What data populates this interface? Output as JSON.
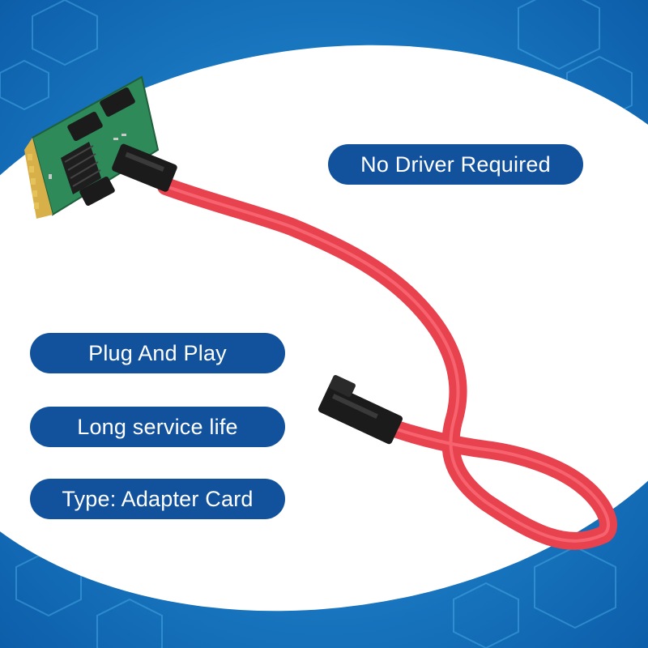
{
  "features": {
    "driver": "No Driver Required",
    "plug": "Plug And Play",
    "life": "Long service life",
    "type": "Type: Adapter Card"
  },
  "colors": {
    "background_blue": "#1a7fc8",
    "badge_blue": "#12529c",
    "badge_text": "#ffffff",
    "cable_red": "#e8424f",
    "pcb_green": "#2f8a5a",
    "connector_black": "#1b1b1b"
  },
  "product": {
    "card_icon": "sata-adapter-card-icon",
    "cable_icon": "sata-cable-icon"
  }
}
